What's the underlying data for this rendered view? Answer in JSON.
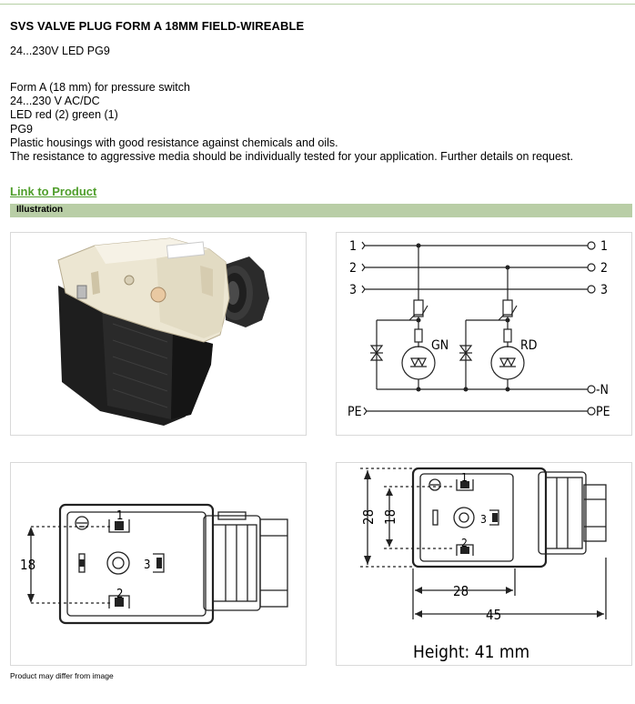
{
  "product": {
    "title": "SVS VALVE PLUG FORM A 18MM FIELD-WIREABLE",
    "subtitle": "24...230V LED PG9",
    "description_lines": [
      "Form A (18 mm) for pressure switch",
      "24...230 V AC/DC",
      "LED red (2) green (1)",
      "PG9",
      "Plastic housings with good resistance against chemicals and oils.",
      "The resistance to aggressive media should be individually tested for your application. Further details on request."
    ],
    "link_label": "Link to Product"
  },
  "section": {
    "heading": "Illustration"
  },
  "wiring": {
    "inputs": [
      "1",
      "2",
      "3"
    ],
    "outputs": [
      "1",
      "2",
      "3"
    ],
    "led_labels": [
      "GN",
      "RD"
    ],
    "neutral_label": "-N",
    "pe_left": "PE",
    "pe_right": "PE"
  },
  "front_view": {
    "dim_label": "18",
    "pins": [
      "1",
      "2",
      "3"
    ]
  },
  "side_view": {
    "dim_outer": "28",
    "dim_inner": "18",
    "dim_width": "28",
    "dim_length": "45",
    "height_note": "Height: 41 mm",
    "pins": [
      "1",
      "2",
      "3"
    ]
  },
  "footer": {
    "note": "Product may differ from image"
  },
  "colors": {
    "link": "#4f9e2b",
    "section_bar": "#b9cea6",
    "rule": "#b5cfa4"
  }
}
